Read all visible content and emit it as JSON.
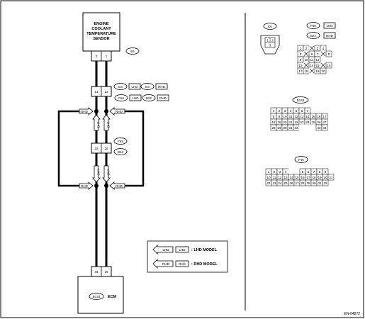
{
  "sensor": {
    "lines": [
      "ENGINE",
      "COOLANT",
      "TEMPERATURE",
      "SENSOR"
    ],
    "pins": [
      "2",
      "1"
    ],
    "connector": "E6"
  },
  "ecm": {
    "label": "ECM",
    "connector": "B134",
    "pins": [
      "34",
      "26"
    ]
  },
  "joint_top": {
    "pins": [
      "14",
      "13"
    ],
    "lhd_tag": "E3",
    "rhd_tag": "E3",
    "lhd_alt": "F60",
    "rhd_alt": "B22"
  },
  "joint_mid": {
    "pins": [
      "22",
      "16"
    ],
    "tag1": "F45",
    "tag2": "B62"
  },
  "labels": {
    "lhd": "LHD",
    "rhd": "RHD"
  },
  "legend": {
    "lhd_text": ": LHD MODEL",
    "rhd_text": ": RHD MODEL"
  },
  "connectors": {
    "e6": {
      "name": "E6",
      "rows": [
        [
          "1",
          "2"
        ],
        [
          "3"
        ]
      ]
    },
    "f60": {
      "name": "F60",
      "name2": "B22",
      "lhd": "LHD",
      "rhd": "RHD",
      "rows": [
        [
          "1",
          "2",
          "",
          "3",
          "4"
        ],
        [
          "5",
          "",
          "6",
          "7",
          "",
          "8"
        ],
        [
          "9",
          "10",
          "11",
          "12"
        ],
        [
          "13",
          "",
          "14",
          "15",
          "",
          "16"
        ],
        [
          "17",
          "18",
          "",
          "19",
          "20"
        ]
      ]
    },
    "b134": {
      "name": "B134",
      "rows": [
        [
          "1",
          "2",
          "3",
          "4",
          "5",
          "6",
          "7"
        ],
        [
          "8",
          "9",
          "10",
          "11",
          "12",
          "13",
          "14",
          "15",
          "16",
          "17"
        ],
        [
          "18",
          "19",
          "20",
          "21",
          "22",
          "23",
          "24",
          "25",
          "26",
          "27"
        ],
        [
          "28",
          "29",
          "30",
          "31",
          "32",
          "",
          "",
          "",
          "33",
          "34"
        ]
      ]
    },
    "f45": {
      "name": "F45",
      "rows": [
        [
          "1",
          "2",
          "3",
          "4",
          "",
          "",
          "5",
          "6",
          "7",
          "8",
          "9"
        ],
        [
          "10",
          "11",
          "12",
          "13",
          "14",
          "15",
          "16",
          "17",
          "18",
          "19",
          "20",
          "21"
        ],
        [
          "22",
          "23",
          "24",
          "25",
          "26",
          "27",
          "28",
          "29",
          "30",
          "31",
          "32"
        ]
      ]
    }
  },
  "doc_code": "EN-04872"
}
